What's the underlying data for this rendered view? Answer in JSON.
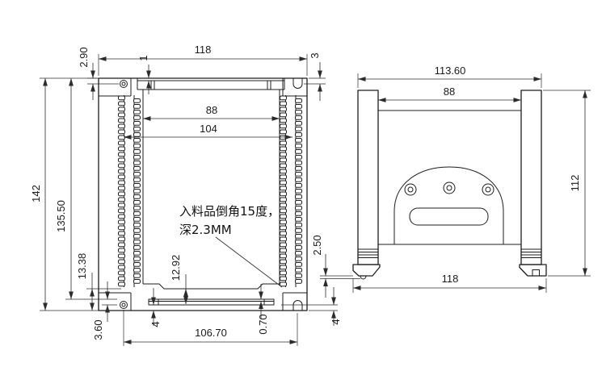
{
  "drawing": {
    "front_view": {
      "dim_overall_width": "118",
      "dim_hole_offset": "2.90",
      "dim_bar_lip": "1",
      "dim_top_bar": "3",
      "dim_inner_width": "88",
      "dim_rail_span": "104",
      "dim_overall_height": "142",
      "dim_inner_height": "135.50",
      "dim_step_height": "13.38",
      "dim_inner_step_height": "12.92",
      "dim_bar_thickness": "3.60",
      "dim_flange_left": "4",
      "dim_mount_span": "106.70",
      "dim_plate_lip": "0.70",
      "dim_flange_right": "4",
      "note_line1": "入料品倒角15度，",
      "note_line2": "深2.3MM"
    },
    "side_view": {
      "dim_overall_width": "113.60",
      "dim_inner_width": "88",
      "dim_height": "112",
      "dim_foot_pin": "2.50",
      "dim_feet_span": "118"
    }
  }
}
